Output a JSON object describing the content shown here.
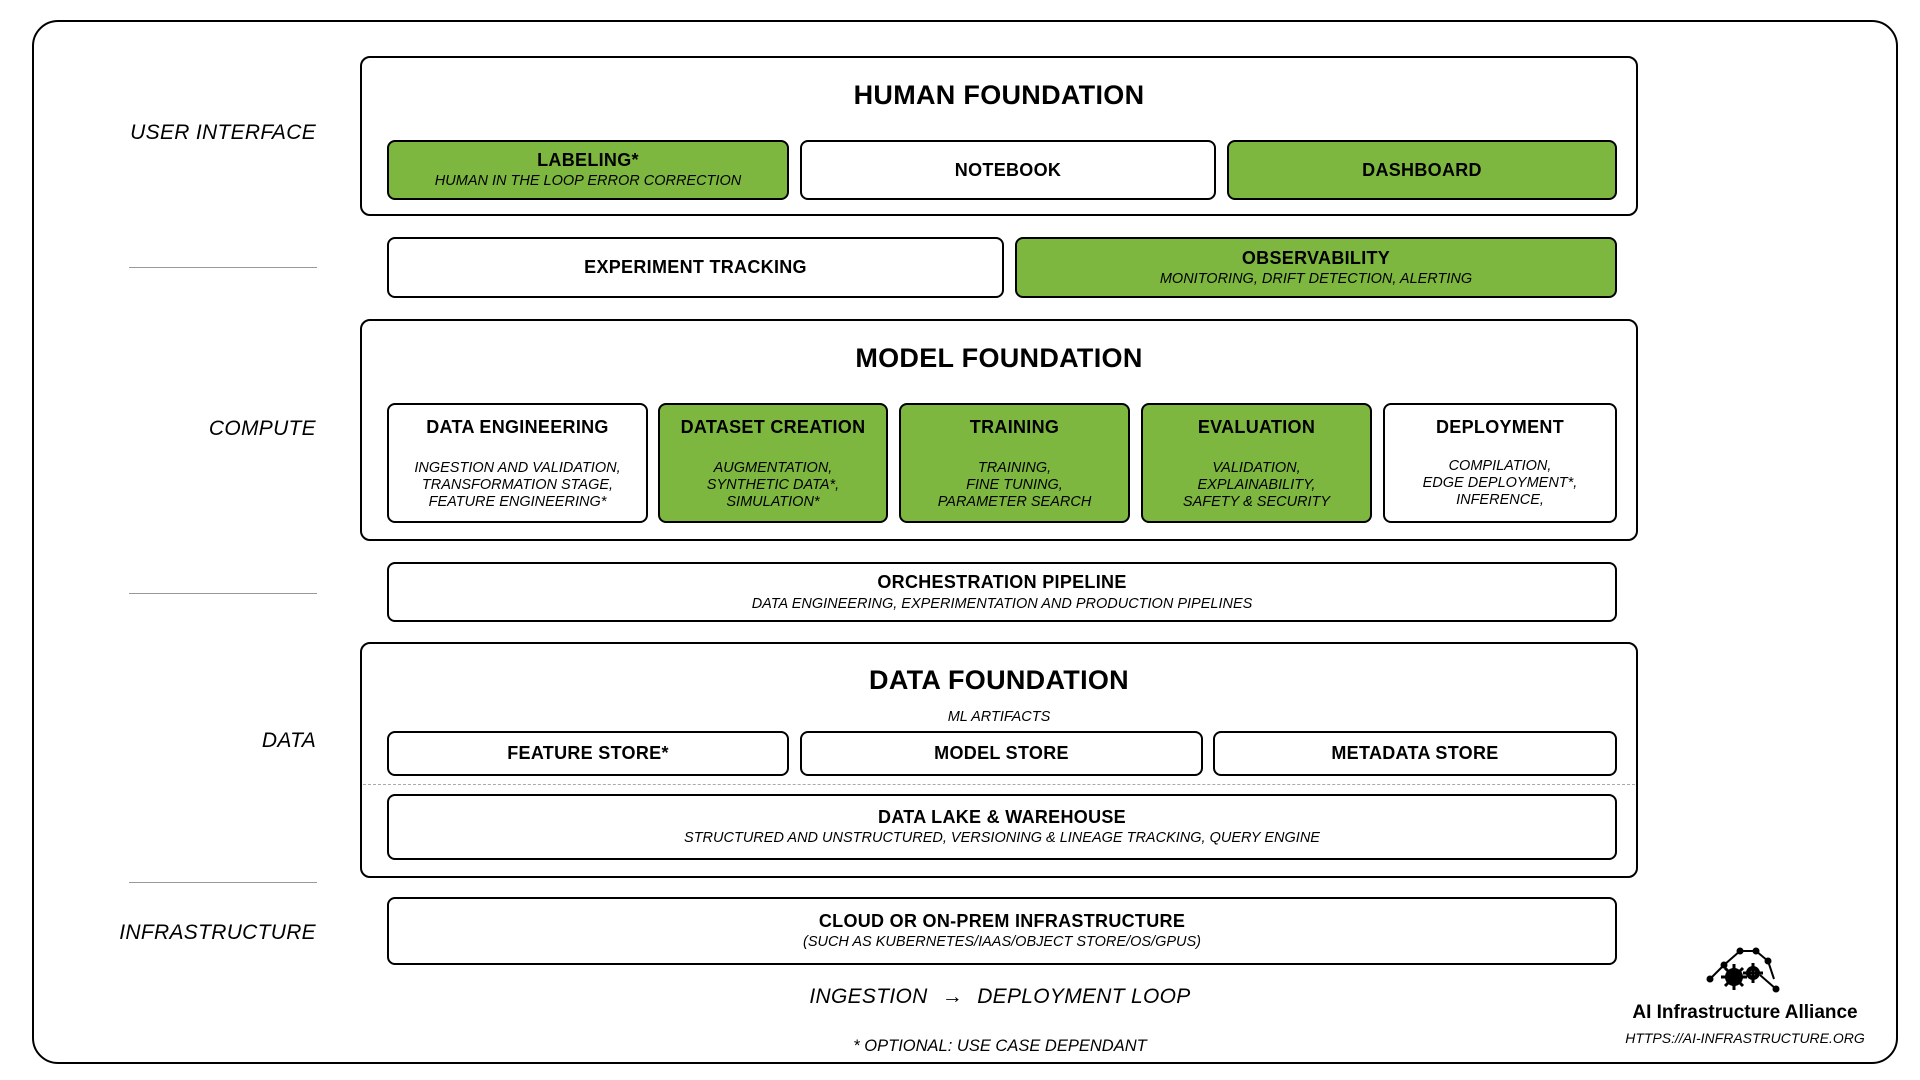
{
  "layers": {
    "user_interface": "USER INTERFACE",
    "compute": "COMPUTE",
    "data": "DATA",
    "infrastructure": "INFRASTRUCTURE"
  },
  "human_foundation": {
    "title": "HUMAN FOUNDATION",
    "labeling": {
      "title": "LABELING*",
      "sub": "HUMAN IN THE LOOP ERROR CORRECTION"
    },
    "notebook": {
      "title": "NOTEBOOK"
    },
    "dashboard": {
      "title": "DASHBOARD"
    }
  },
  "experiment_tracking": {
    "title": "EXPERIMENT TRACKING"
  },
  "observability": {
    "title": "OBSERVABILITY",
    "sub": "MONITORING, DRIFT DETECTION, ALERTING"
  },
  "model_foundation": {
    "title": "MODEL FOUNDATION",
    "data_engineering": {
      "title": "DATA ENGINEERING",
      "lines": [
        "INGESTION AND VALIDATION,",
        "TRANSFORMATION STAGE,",
        "FEATURE ENGINEERING*"
      ]
    },
    "dataset_creation": {
      "title": "DATASET CREATION",
      "lines": [
        "AUGMENTATION,",
        "SYNTHETIC DATA*,",
        "SIMULATION*"
      ]
    },
    "training": {
      "title": "TRAINING",
      "lines": [
        "TRAINING,",
        "FINE TUNING,",
        "PARAMETER SEARCH"
      ]
    },
    "evaluation": {
      "title": "EVALUATION",
      "lines": [
        "VALIDATION,",
        "EXPLAINABILITY,",
        "SAFETY & SECURITY"
      ]
    },
    "deployment": {
      "title": "DEPLOYMENT",
      "lines": [
        "COMPILATION,",
        "EDGE DEPLOYMENT*,",
        "INFERENCE,"
      ]
    }
  },
  "orchestration": {
    "title": "ORCHESTRATION PIPELINE",
    "sub": "DATA ENGINEERING, EXPERIMENTATION AND PRODUCTION PIPELINES"
  },
  "data_foundation": {
    "title": "DATA FOUNDATION",
    "sub": "ML ARTIFACTS",
    "feature_store": "FEATURE STORE*",
    "model_store": "MODEL STORE",
    "metadata_store": "METADATA STORE",
    "data_lake": {
      "title": "DATA LAKE & WAREHOUSE",
      "sub": "STRUCTURED AND UNSTRUCTURED, VERSIONING & LINEAGE TRACKING, QUERY ENGINE"
    }
  },
  "infrastructure": {
    "title": "CLOUD OR ON-PREM INFRASTRUCTURE",
    "sub": "(SUCH AS KUBERNETES/IAAS/OBJECT STORE/OS/GPUS)"
  },
  "loop": {
    "left": "INGESTION",
    "right": "DEPLOYMENT LOOP"
  },
  "footnote": "* OPTIONAL: USE CASE DEPENDANT",
  "logo": {
    "name": "AI Infrastructure Alliance",
    "url": "HTTPS://AI-INFRASTRUCTURE.ORG",
    "icon": "gears-network-icon"
  },
  "colors": {
    "green": "#7db73f",
    "border": "#000000"
  }
}
